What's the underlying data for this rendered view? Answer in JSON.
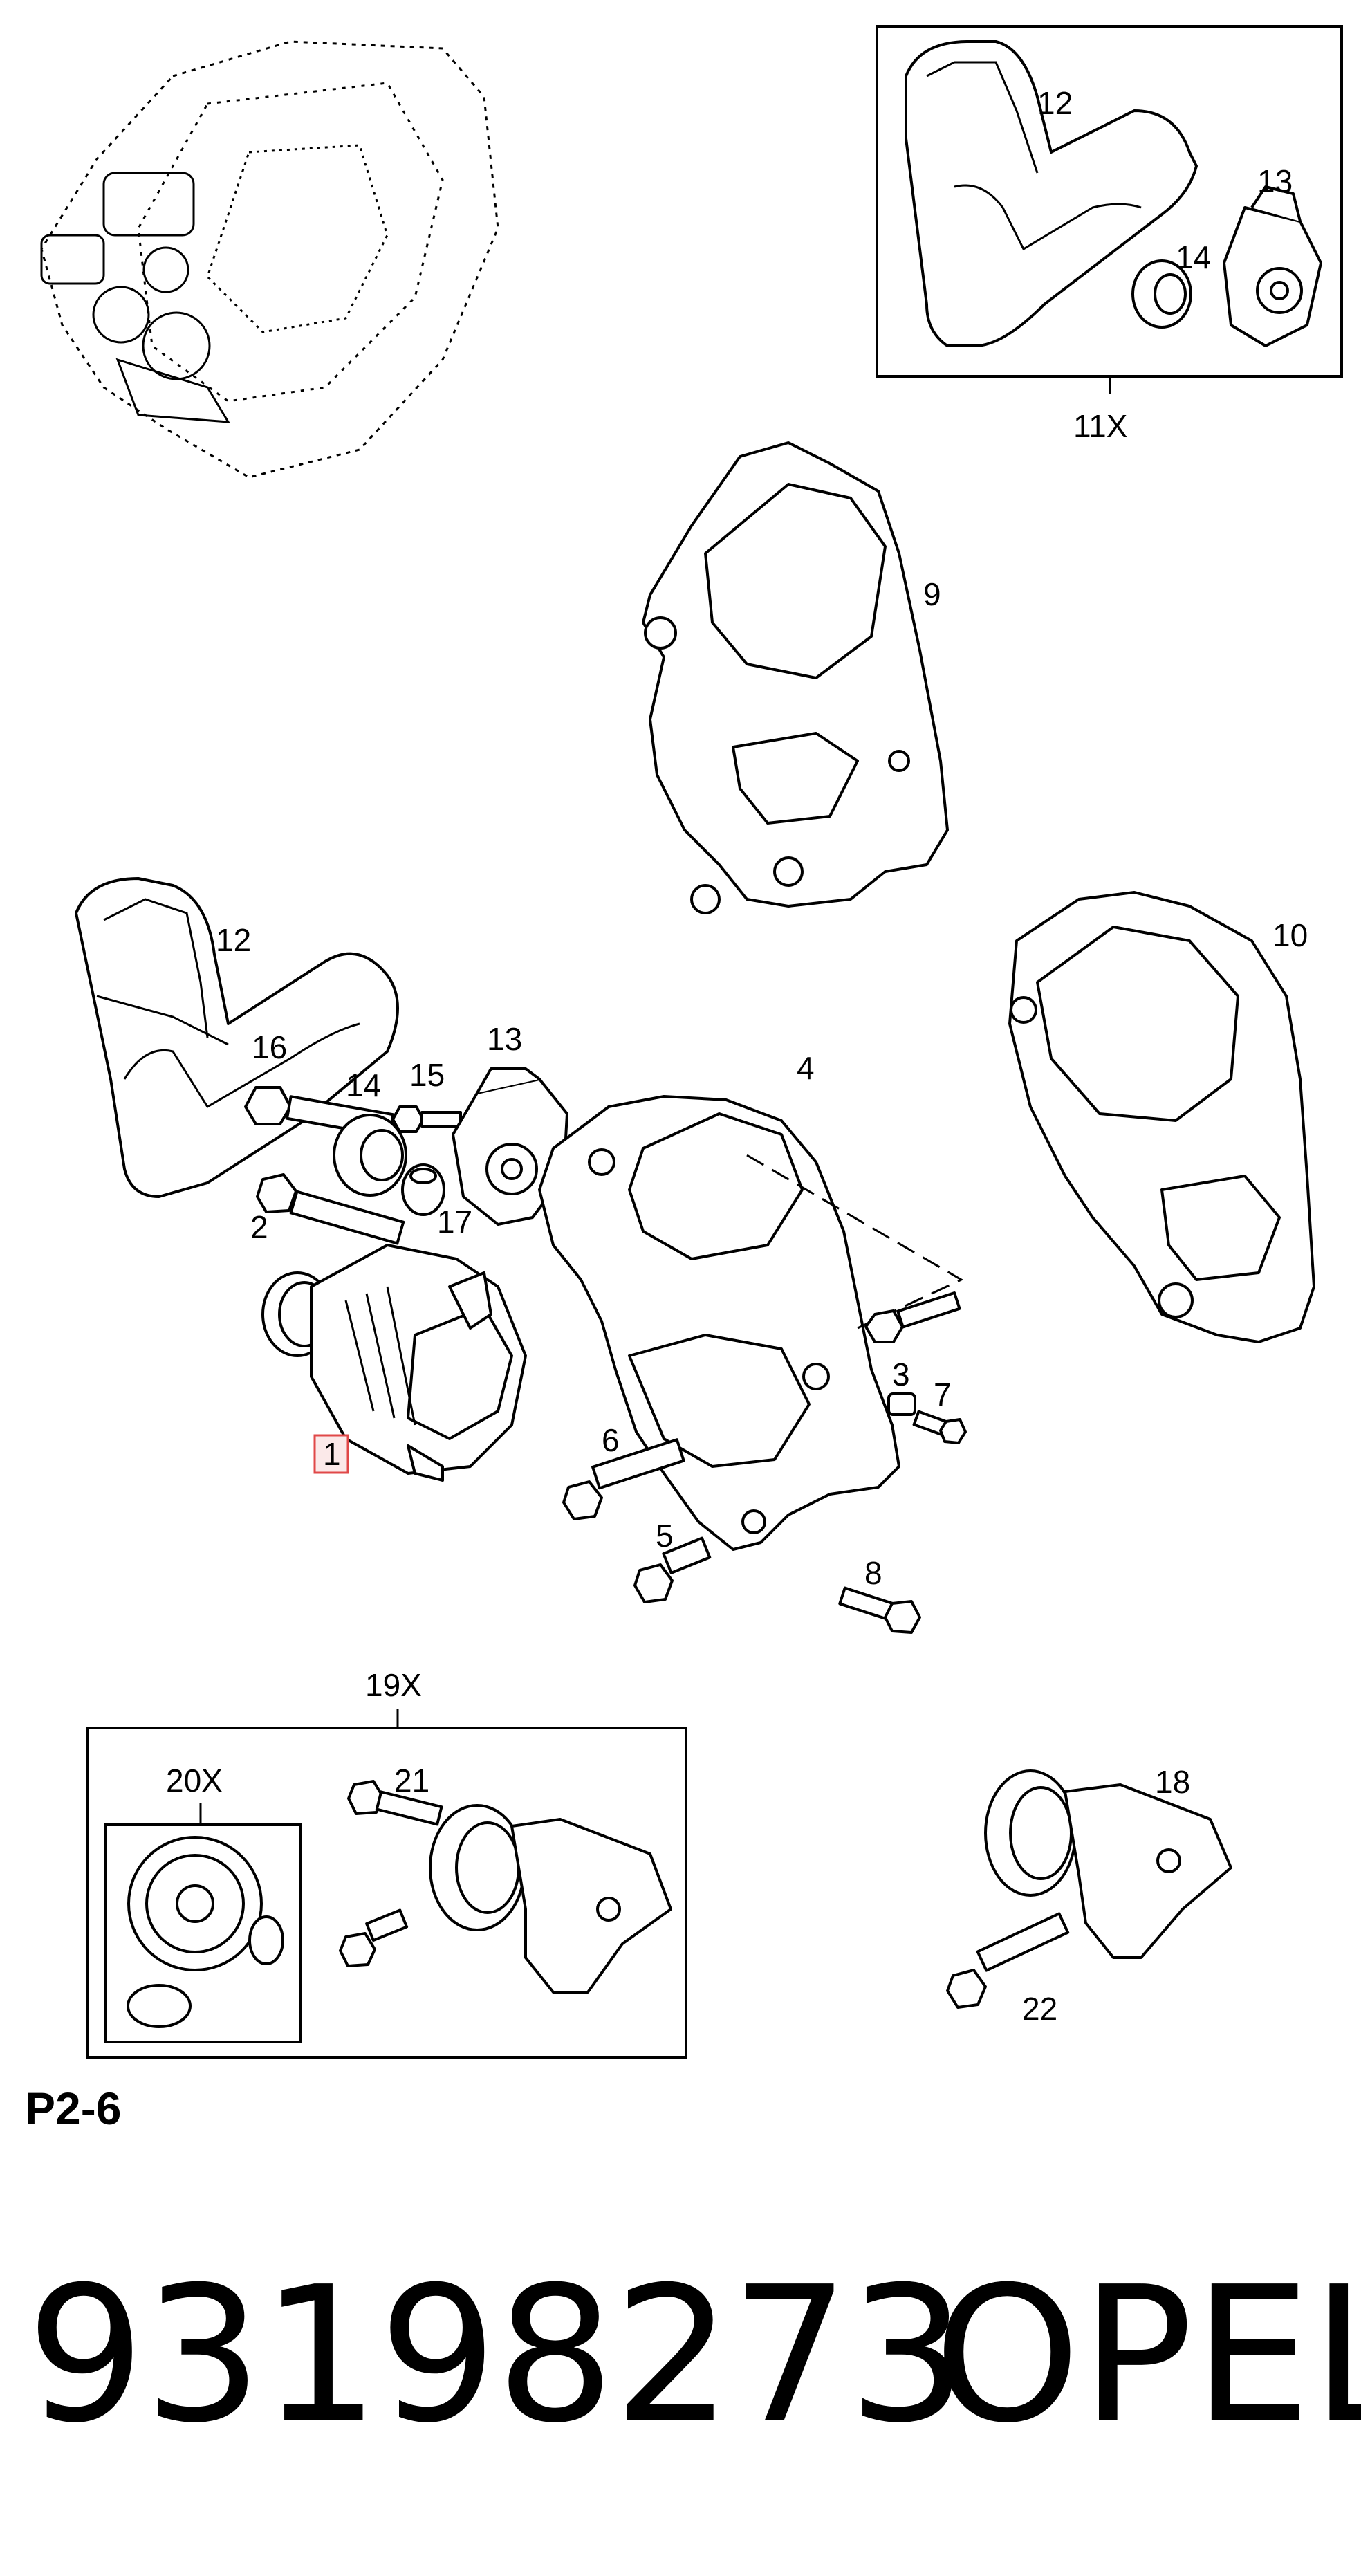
{
  "labels": {
    "c1": "1",
    "c2": "2",
    "c3": "3",
    "c4": "4",
    "c5": "5",
    "c6": "6",
    "c7": "7",
    "c8": "8",
    "c9": "9",
    "c10": "10",
    "c11x": "11X",
    "c12a": "12",
    "c12b": "12",
    "c13a": "13",
    "c13b": "13",
    "c14a": "14",
    "c14b": "14",
    "c15": "15",
    "c16": "16",
    "c17": "17",
    "c18": "18",
    "c19x": "19X",
    "c20x": "20X",
    "c21": "21",
    "c22": "22"
  },
  "highlight_color": "#e04848",
  "page_code": "P2-6",
  "part_number": "93198273",
  "brand": "OPEL"
}
